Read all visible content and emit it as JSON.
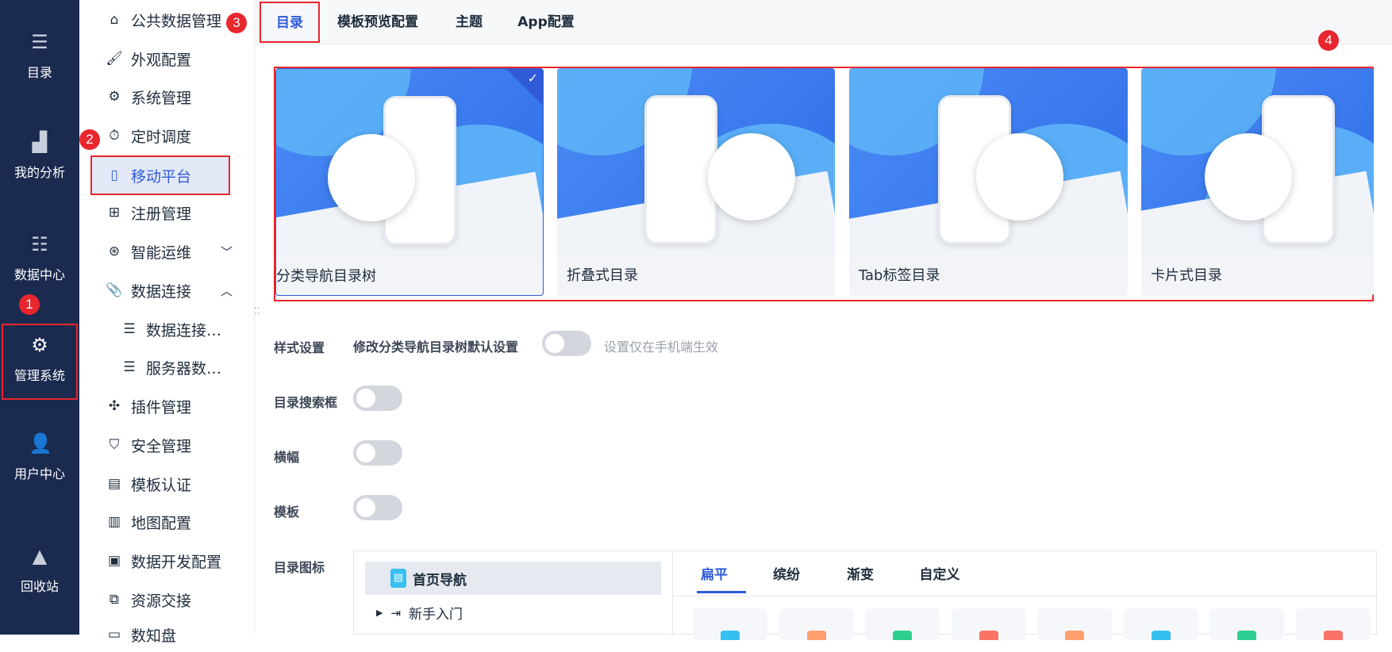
{
  "nav": {
    "items": [
      {
        "label": "目录",
        "icon": "catalog-icon"
      },
      {
        "label": "我的分析",
        "icon": "analysis-icon"
      },
      {
        "label": "数据中心",
        "icon": "data-center-icon"
      },
      {
        "label": "管理系统",
        "icon": "gear-icon",
        "active": true
      },
      {
        "label": "用户中心",
        "icon": "user-icon"
      },
      {
        "label": "回收站",
        "icon": "recycle-icon"
      }
    ]
  },
  "sidebar": {
    "items": [
      {
        "label": "公共数据管理"
      },
      {
        "label": "外观配置"
      },
      {
        "label": "系统管理"
      },
      {
        "label": "定时调度"
      },
      {
        "label": "移动平台",
        "active": true
      },
      {
        "label": "注册管理"
      },
      {
        "label": "智能运维"
      },
      {
        "label": "数据连接"
      },
      {
        "label": "数据连接…"
      },
      {
        "label": "服务器数…"
      },
      {
        "label": "插件管理"
      },
      {
        "label": "安全管理"
      },
      {
        "label": "模板认证"
      },
      {
        "label": "地图配置"
      },
      {
        "label": "数据开发配置"
      },
      {
        "label": "资源交接"
      },
      {
        "label": "数知盘"
      }
    ]
  },
  "tabs": [
    {
      "label": "目录",
      "active": true
    },
    {
      "label": "模板预览配置"
    },
    {
      "label": "主题"
    },
    {
      "label": "App配置"
    }
  ],
  "annotations": [
    "1",
    "2",
    "3",
    "4"
  ],
  "cards": [
    {
      "label": "分类导航目录树",
      "selected": true
    },
    {
      "label": "折叠式目录"
    },
    {
      "label": "Tab标签目录"
    },
    {
      "label": "卡片式目录"
    }
  ],
  "settings": {
    "style_label": "样式设置",
    "style_toggle_label": "修改分类导航目录树默认设置",
    "style_hint": "设置仅在手机端生效",
    "search_label": "目录搜索框",
    "banner_label": "横幅",
    "template_label": "模板",
    "icon_label": "目录图标"
  },
  "icon_tree": {
    "selected": "首页导航",
    "items": [
      "新手入门"
    ]
  },
  "icon_tabs": [
    {
      "label": "扁平",
      "active": true
    },
    {
      "label": "缤纷"
    },
    {
      "label": "渐变"
    },
    {
      "label": "自定义"
    }
  ],
  "icon_colors": [
    "#36c0f0",
    "#ff9f6e",
    "#2ccf8f",
    "#fa7366",
    "#ff9f6e",
    "#36c0f0",
    "#2ccf8f",
    "#fa7366"
  ],
  "colors": {
    "accent": "#2f5bd7",
    "nav_bg": "#1b2a4f",
    "highlight": "#e8262d"
  }
}
